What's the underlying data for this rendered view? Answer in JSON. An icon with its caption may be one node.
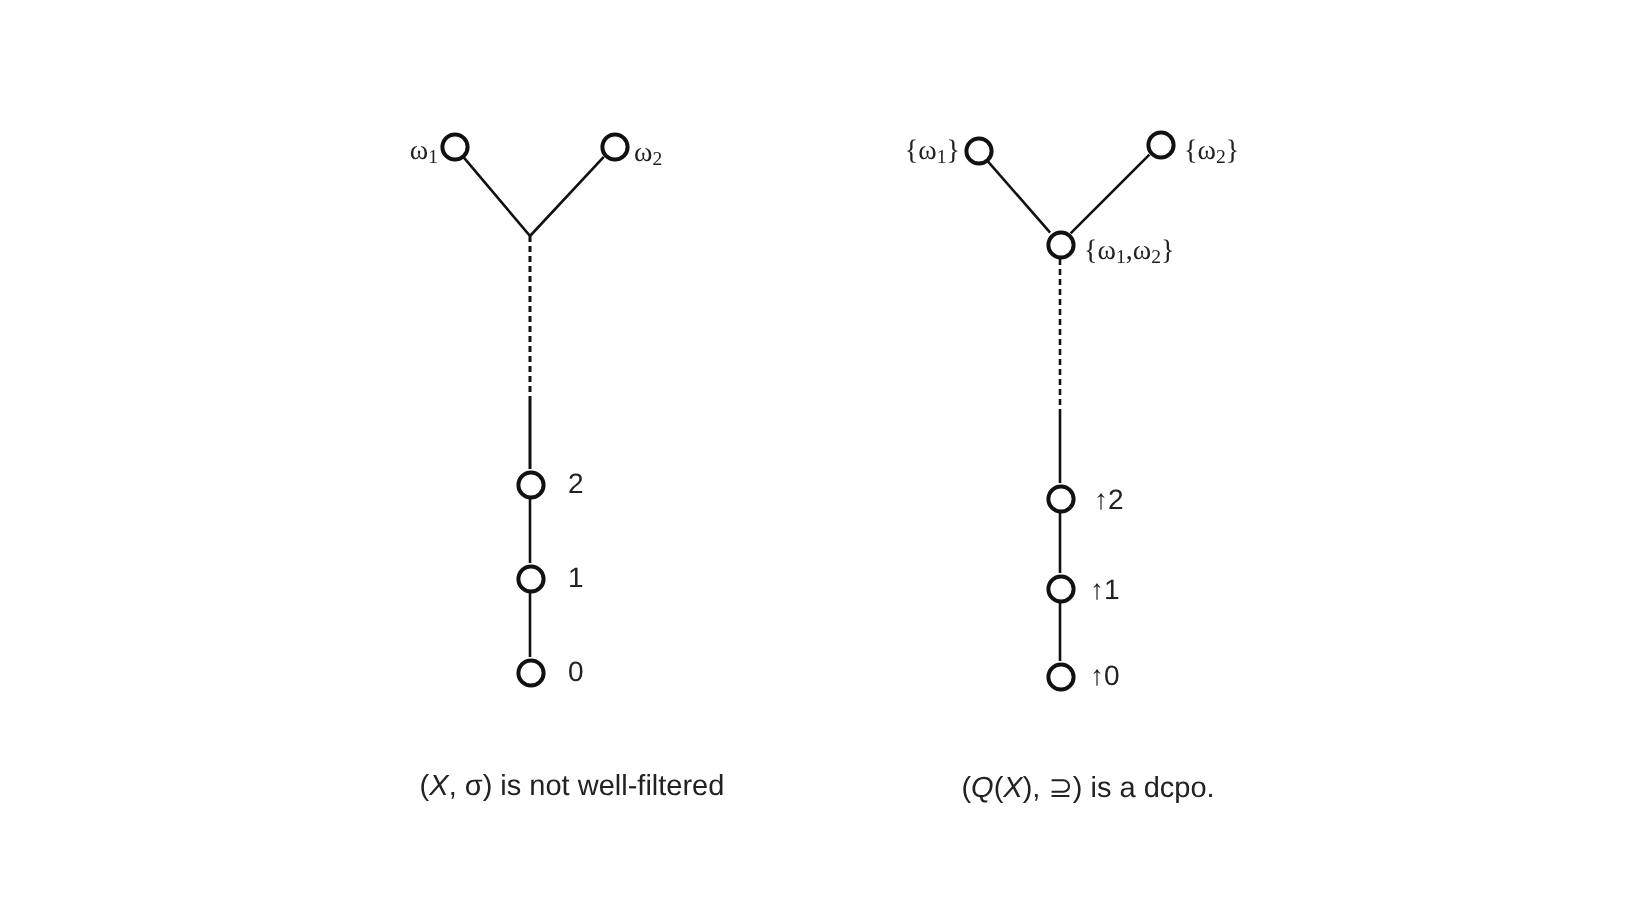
{
  "diagram": {
    "nodes": [
      {
        "text": [],
        "shape": "circle",
        "beside": [
          "ω$_{1}$"
        ]
      },
      {
        "text": [],
        "shape": "circle",
        "beside": [
          "ω$_{2}$"
        ]
      },
      {
        "text": [],
        "shape": "circle",
        "beside": [
          "2"
        ]
      },
      {
        "text": [],
        "shape": "circle",
        "beside": [
          "1"
        ]
      },
      {
        "text": [],
        "shape": "circle",
        "beside": [
          "0"
        ]
      },
      {
        "text": [],
        "shape": "circle",
        "beside": [
          "{ω$_{1}$}"
        ]
      },
      {
        "text": [],
        "shape": "circle",
        "beside": [
          "{ω$_{2}$}"
        ]
      },
      {
        "text": [],
        "shape": "circle",
        "beside": [
          "{ω$_{1}$,ω$_{2}$}"
        ]
      },
      {
        "text": [],
        "shape": "circle",
        "beside": [
          "↑2"
        ]
      },
      {
        "text": [],
        "shape": "circle",
        "beside": [
          "↑1"
        ]
      },
      {
        "text": [],
        "shape": "circle",
        "beside": [
          "↑0"
        ]
      }
    ],
    "edges": [
      {
        "from": 0,
        "to": 2,
        "arrow": "none",
        "style": "dashed"
      },
      {
        "from": 1,
        "to": 2,
        "arrow": "none",
        "style": "dashed"
      },
      {
        "from": 2,
        "to": 3,
        "arrow": "none"
      },
      {
        "from": 3,
        "to": 4,
        "arrow": "none"
      },
      {
        "from": 5,
        "to": 7,
        "arrow": "none"
      },
      {
        "from": 6,
        "to": 7,
        "arrow": "none"
      },
      {
        "from": 7,
        "to": 8,
        "arrow": "none",
        "style": "dashed"
      },
      {
        "from": 8,
        "to": 9,
        "arrow": "none"
      },
      {
        "from": 9,
        "to": 10,
        "arrow": "none"
      }
    ],
    "labels": [
      "(*X*, σ) is not well-filtered",
      "(*Q*(*X*), ⊇) is a dcpo."
    ]
  }
}
